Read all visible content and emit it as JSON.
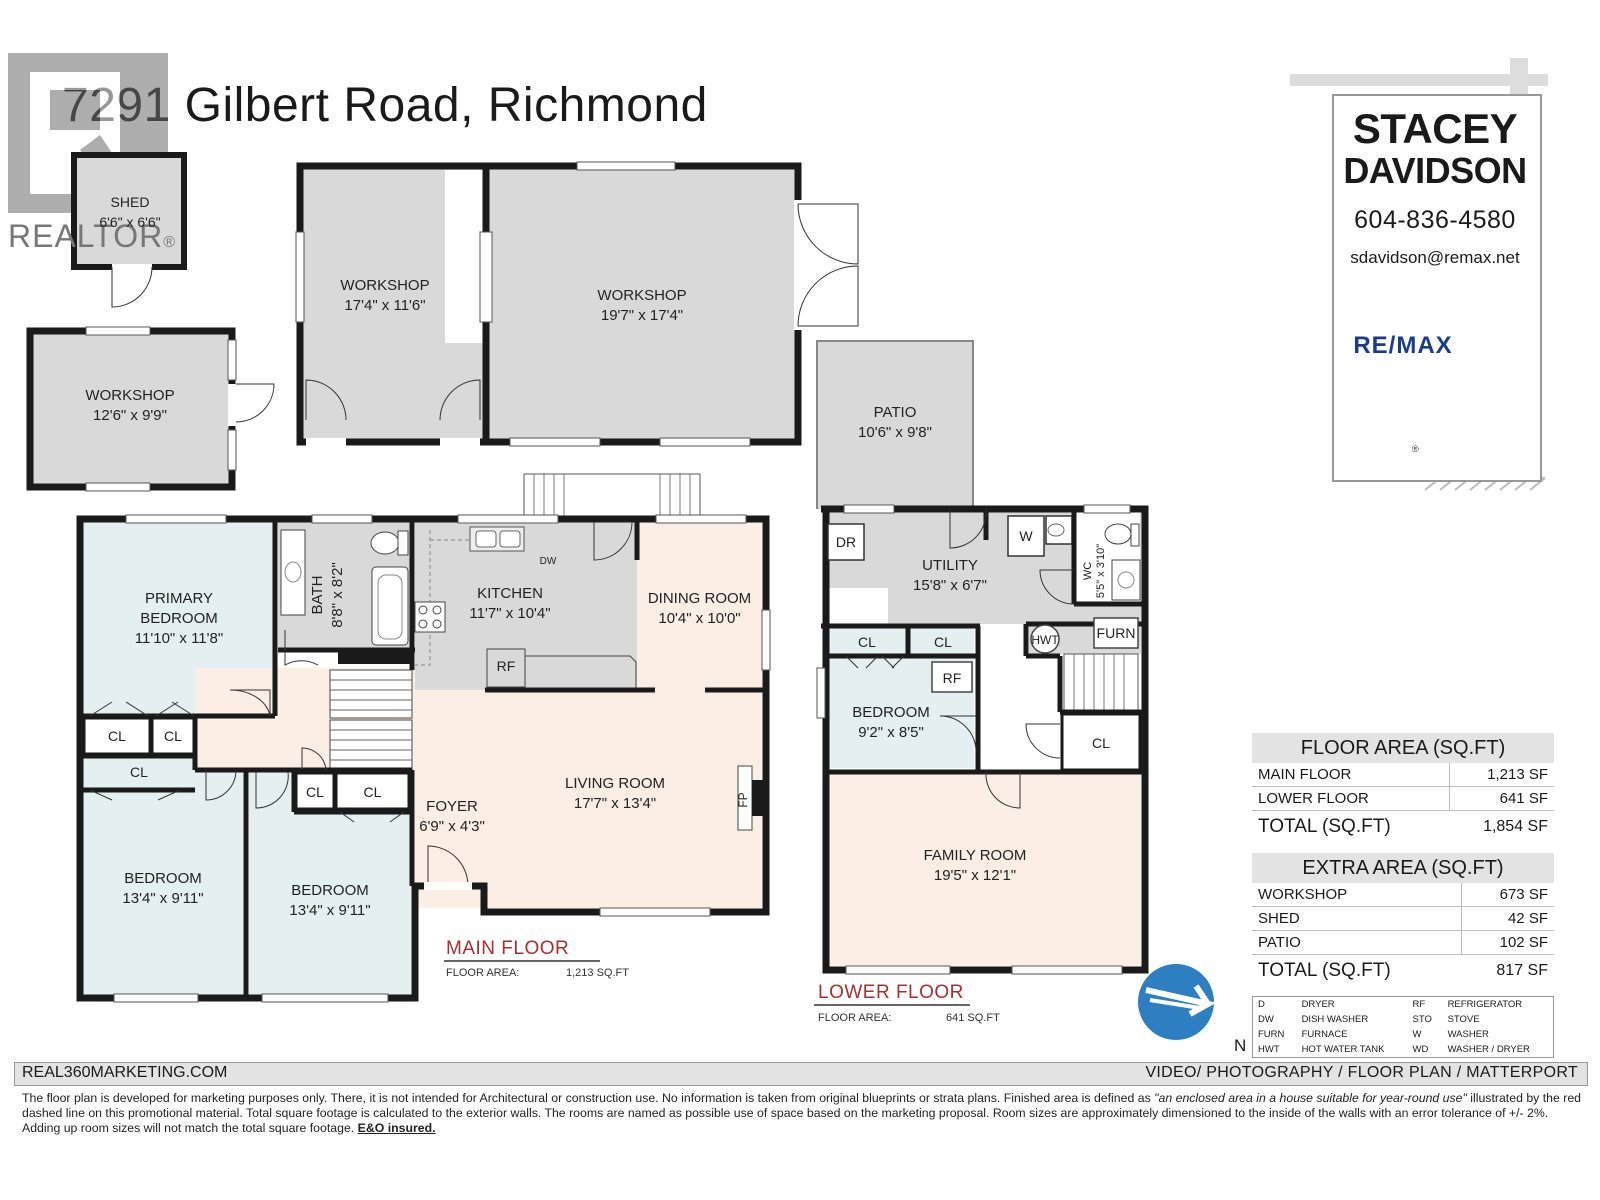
{
  "header": {
    "address": "7291 Gilbert Road, Richmond"
  },
  "realtor_logo": {
    "text": "REALTOR",
    "trademark": "®"
  },
  "agent": {
    "name_line1": "STACEY",
    "name_line2": "DAVIDSON",
    "phone": "604-836-4580",
    "email": "sdavidson@remax.net",
    "brand": "RE/MAX",
    "brand_mark": "®"
  },
  "rooms": {
    "shed": {
      "name": "SHED",
      "size": "6'6\" x 6'6\""
    },
    "workshop_small": {
      "name": "WORKSHOP",
      "size": "12'6\" x 9'9\""
    },
    "workshop_mid": {
      "name": "WORKSHOP",
      "size": "17'4\" x 11'6\""
    },
    "workshop_large": {
      "name": "WORKSHOP",
      "size": "19'7\" x 17'4\""
    },
    "patio": {
      "name": "PATIO",
      "size": "10'6\" x 9'8\""
    },
    "primary_bedroom": {
      "name1": "PRIMARY",
      "name2": "BEDROOM",
      "size": "11'10\" x 11'8\""
    },
    "bath": {
      "name": "BATH",
      "size": "8'8\" x 8'2\""
    },
    "kitchen": {
      "name": "KITCHEN",
      "size": "11'7\" x 10'4\""
    },
    "dining": {
      "name": "DINING ROOM",
      "size": "10'4\" x 10'0\""
    },
    "living": {
      "name": "LIVING ROOM",
      "size": "17'7\" x 13'4\""
    },
    "foyer": {
      "name": "FOYER",
      "size": "6'9\" x 4'3\""
    },
    "bedroom1": {
      "name": "BEDROOM",
      "size": "13'4\" x 9'11\""
    },
    "bedroom2": {
      "name": "BEDROOM",
      "size": "13'4\" x 9'11\""
    },
    "utility": {
      "name": "UTILITY",
      "size": "15'8\" x 6'7\""
    },
    "wc": {
      "name": "WC",
      "size": "5'5\" x 3'10\""
    },
    "bedroom_lower": {
      "name": "BEDROOM",
      "size": "9'2\" x 8'5\""
    },
    "family": {
      "name": "FAMILY ROOM",
      "size": "19'5\" x 12'1\""
    }
  },
  "fixtures": {
    "cl": "CL",
    "dw": "DW",
    "rf": "RF",
    "dr": "DR",
    "w": "W",
    "hwt": "HWT",
    "furn": "FURN",
    "fp": "FP"
  },
  "main_floor": {
    "title": "MAIN FLOOR",
    "area_label": "FLOOR AREA:",
    "area_value": "1,213 SQ.FT"
  },
  "lower_floor": {
    "title": "LOWER FLOOR",
    "area_label": "FLOOR AREA:",
    "area_value": "641 SQ.FT"
  },
  "floor_area": {
    "header": "FLOOR AREA (SQ.FT)",
    "rows": [
      {
        "label": "MAIN FLOOR",
        "value": "1,213 SF"
      },
      {
        "label": "LOWER FLOOR",
        "value": "641 SF"
      }
    ],
    "total_label": "TOTAL (SQ.FT)",
    "total_value": "1,854 SF"
  },
  "extra_area": {
    "header": "EXTRA AREA (SQ.FT)",
    "rows": [
      {
        "label": "WORKSHOP",
        "value": "673 SF"
      },
      {
        "label": "SHED",
        "value": "42 SF"
      },
      {
        "label": "PATIO",
        "value": "102 SF"
      }
    ],
    "total_label": "TOTAL (SQ.FT)",
    "total_value": "817 SF"
  },
  "legend": [
    {
      "abbr": "D",
      "desc": "DRYER",
      "abbr2": "RF",
      "desc2": "REFRIGERATOR"
    },
    {
      "abbr": "DW",
      "desc": "DISH WASHER",
      "abbr2": "STO",
      "desc2": "STOVE"
    },
    {
      "abbr": "FURN",
      "desc": "FURNACE",
      "abbr2": "W",
      "desc2": "WASHER"
    },
    {
      "abbr": "HWT",
      "desc": "HOT WATER TANK",
      "abbr2": "WD",
      "desc2": "WASHER / DRYER"
    }
  ],
  "compass": {
    "label": "N"
  },
  "footer": {
    "left": "REAL360MARKETING.COM",
    "right": "VIDEO/ PHOTOGRAPHY / FLOOR PLAN / MATTERPORT",
    "disclaimer_1": "The floor plan is developed for marketing purposes only. There, it is not intended for Architectural or construction use. No information is  taken from original blueprints or strata plans. Finished area is defined as ",
    "disclaimer_quote": "\"an enclosed area in a house suitable for year-round use\"",
    "disclaimer_2": " illustrated by the red dashed line on this promotional material. Total square footage is calculated to the exterior walls. The rooms are named as possible use of space based on the marketing proposal. Room sizes are approximately dimensioned to the inside of the walls with an error tolerance of +/- 2%. Adding up room sizes will not match the total square footage. ",
    "disclaimer_bold": "E&O insured."
  },
  "colors": {
    "wall": "#1a1a1a",
    "grey_room": "#d9d9d9",
    "blue_room": "#e3eff1",
    "peach_room": "#fbeee4",
    "red_accent": "#a8302a",
    "remax_red": "#dc1c2e",
    "remax_blue": "#1a3c8f"
  }
}
